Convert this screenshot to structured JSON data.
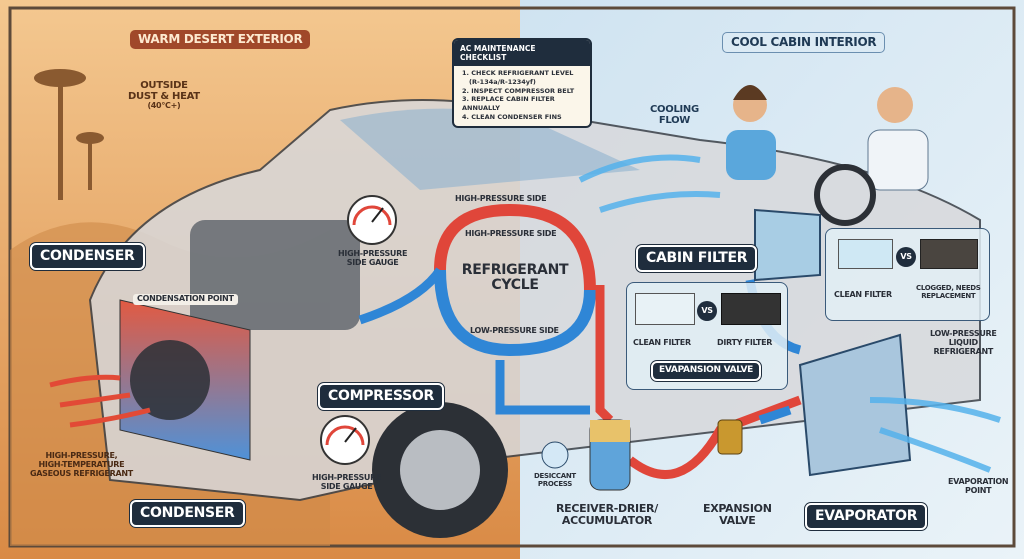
{
  "warm_side": {
    "title": "WARM DESERT EXTERIOR",
    "outside_note": [
      "OUTSIDE",
      "DUST & HEAT",
      "(40°C+)"
    ],
    "color": "#e8a965"
  },
  "cool_side": {
    "title": "COOL CABIN INTERIOR",
    "cooling_flow": [
      "COOLING",
      "FLOW"
    ],
    "color": "#cfe3f1"
  },
  "checklist": {
    "title": "AC MAINTENANCE CHECKLIST",
    "items": [
      "1. CHECK REFRIGERANT LEVEL",
      "(R-134a/R-1234yf)",
      "2. INSPECT COMPRESSOR BELT",
      "3. REPLACE CABIN FILTER ANNUALLY",
      "4. CLEAN CONDENSER FINS"
    ]
  },
  "cycle": {
    "title": [
      "REFRIGERANT",
      "CYCLE"
    ],
    "high_pressure_outer": "HIGH-PRESSURE SIDE",
    "high_pressure_inner": "HIGH-PRESSURE SIDE",
    "low_pressure": "LOW-PRESSURE SIDE",
    "hot_color": "#e0463a",
    "cold_color": "#2f86d6"
  },
  "labels": {
    "condenser_top": "CONDENSER",
    "condensation_point": "CONDENSATION POINT",
    "gauge_top": [
      "HIGH-PRESSURE",
      "SIDE GAUGE"
    ],
    "gauge_bottom": [
      "HIGH-PRESSURE",
      "SIDE GAUGE"
    ],
    "compressor": "COMPRESSOR",
    "hot_gas": [
      "HIGH-PRESSURE,",
      "HIGH-TEMPERATURE",
      "GASEOUS REFRIGERANT"
    ],
    "condenser_bottom": "CONDENSER",
    "cabin_filter": "CABIN FILTER",
    "filter_compare": {
      "clean": "CLEAN FILTER",
      "vs": "VS",
      "clogged": [
        "CLOGGED, NEEDS",
        "REPLACEMENT"
      ]
    },
    "filter_compare2": {
      "clean": "CLEAN FILTER",
      "vs": "VS",
      "dirty": "DIRTY FILTER"
    },
    "evapansion_valve": "EVAPANSION VALVE",
    "low_pressure_liquid": [
      "LOW-PRESSURE",
      "LIQUID",
      "REFRIGERANT"
    ],
    "desiccant": [
      "DESICCANT",
      "PROCESS"
    ],
    "receiver_drier": [
      "RECEIVER-DRIER/",
      "ACCUMULATOR"
    ],
    "expansion_valve": [
      "EXPANSION",
      "VALVE"
    ],
    "evaporator": "EVAPORATOR",
    "evaporation_point": [
      "EVAPORATION",
      "POINT"
    ]
  }
}
